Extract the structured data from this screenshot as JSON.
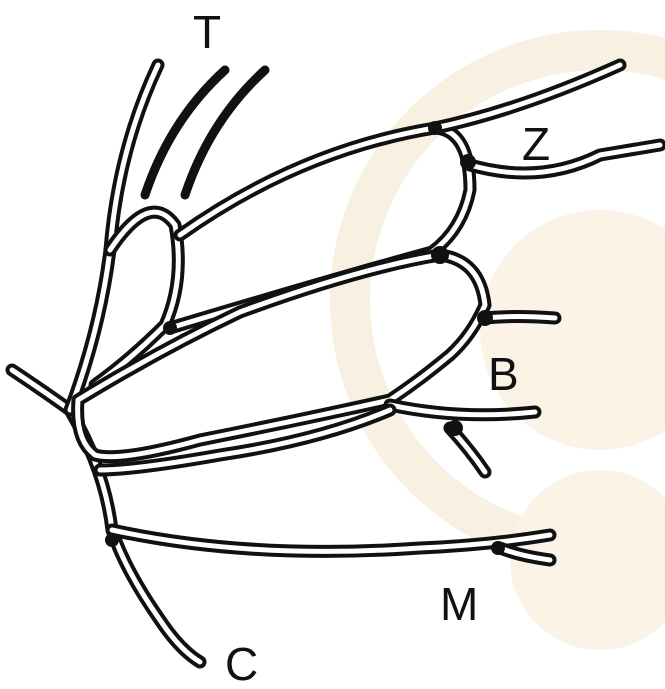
{
  "figure": {
    "labels": {
      "top": "T",
      "upper_right": "Z",
      "middle_right": "B",
      "lower_right": "M",
      "bottom": "C"
    },
    "colors": {
      "ink": "#111111",
      "paper": "#ffffff",
      "watermark": "#f3e4c8"
    }
  }
}
